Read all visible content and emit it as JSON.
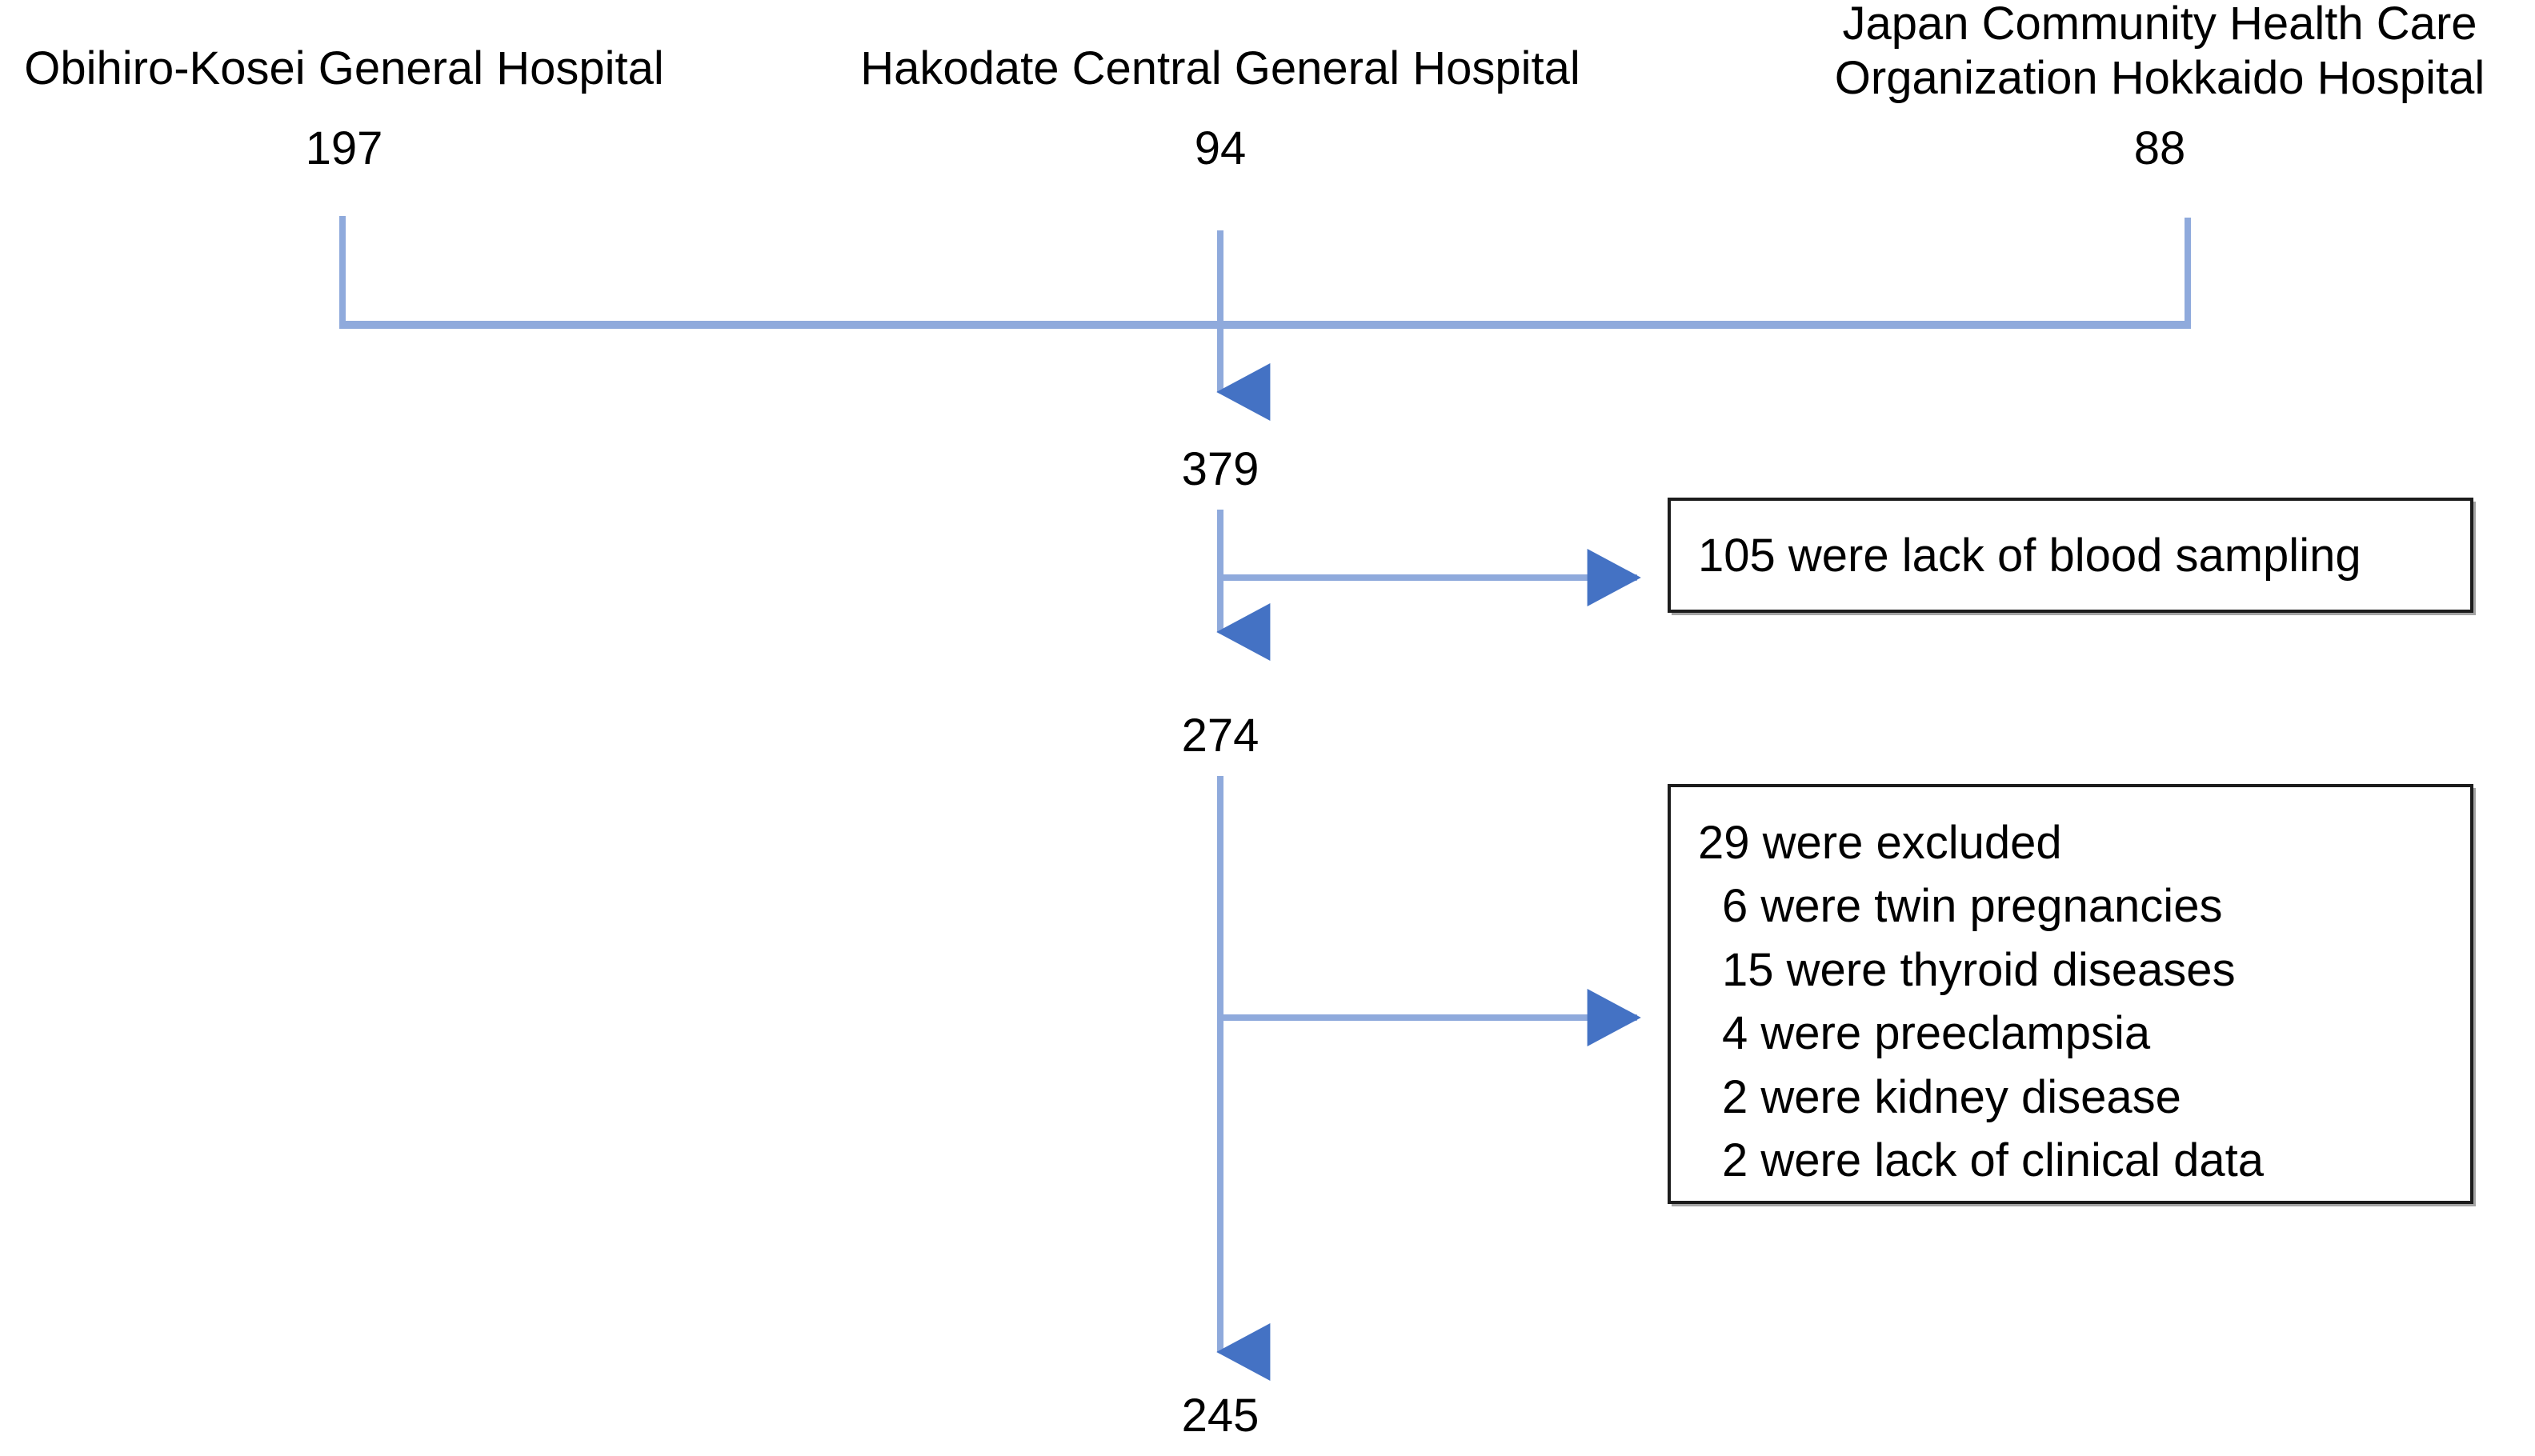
{
  "diagram": {
    "type": "study-flow-diagram",
    "colors": {
      "line": "#8FAADC",
      "arrowhead": "#4472C4",
      "box_border": "#1C1C1C",
      "text": "#000000",
      "background": "#FFFFFF"
    },
    "sources": [
      {
        "name": "Obihiro-Kosei General Hospital",
        "count": "197"
      },
      {
        "name": "Hakodate Central General Hospital",
        "count": "94"
      },
      {
        "name": "Japan Community Health Care\nOrganization Hokkaido Hospital",
        "count": "88"
      }
    ],
    "stages": [
      {
        "id": "pooled",
        "count": "379"
      },
      {
        "id": "after-blood-sampling",
        "count": "274"
      },
      {
        "id": "final-cohort",
        "count": "245"
      }
    ],
    "exclusions": [
      {
        "id": "blood-sampling",
        "lines": [
          {
            "text": "105 were lack of blood sampling",
            "indent": false
          }
        ]
      },
      {
        "id": "other-exclusions",
        "lines": [
          {
            "text": "29 were excluded",
            "indent": false
          },
          {
            "text": "6 were twin pregnancies",
            "indent": true
          },
          {
            "text": "15 were thyroid diseases",
            "indent": true
          },
          {
            "text": "4 were preeclampsia",
            "indent": true
          },
          {
            "text": "2 were kidney disease",
            "indent": true
          },
          {
            "text": "2 were lack of clinical data",
            "indent": true
          }
        ]
      }
    ]
  }
}
